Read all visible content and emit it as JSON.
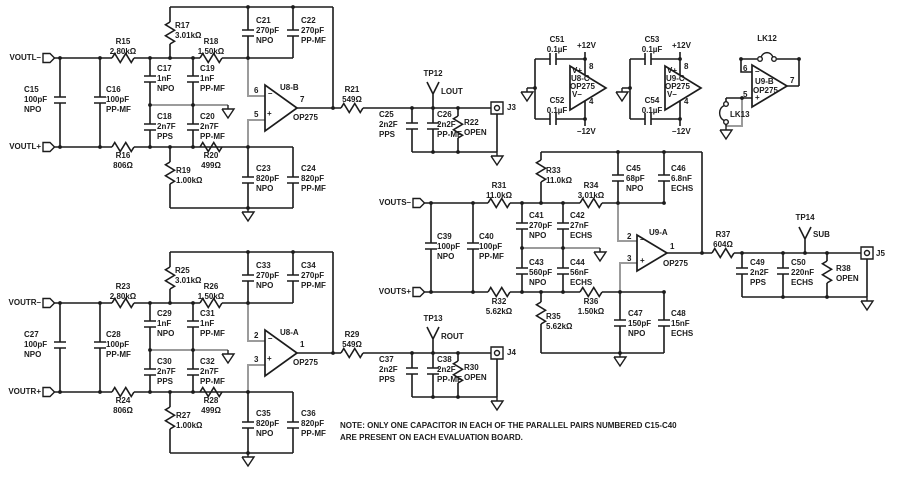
{
  "colors": {
    "wire": "#1c1c1c",
    "gray_wire": "#9b9b9b",
    "background": "#ffffff"
  },
  "inputs": {
    "voutl_minus": "VOUTL–",
    "voutl_plus": "VOUTL+",
    "voutr_minus": "VOUTR–",
    "voutr_plus": "VOUTR+",
    "vouts_minus": "VOUTS–",
    "vouts_plus": "VOUTS+"
  },
  "caps": {
    "c15": "C15\n100pF\nNPO",
    "c16": "C16\n100pF\nPP-MF",
    "c17": "C17\n1nF\nNPO",
    "c18": "C18\n2n7F\nPPS",
    "c19": "C19\n1nF\nPP-MF",
    "c20": "C20\n2n7F\nPP-MF",
    "c21": "C21\n270pF\nNPO",
    "c22": "C22\n270pF\nPP-MF",
    "c23": "C23\n820pF\nNPO",
    "c24": "C24\n820pF\nPP-MF",
    "c25": "C25\n2n2F\nPPS",
    "c26": "C26\n2n2F\nPP-MF",
    "c27": "C27\n100pF\nNPO",
    "c28": "C28\n100pF\nPP-MF",
    "c29": "C29\n1nF\nNPO",
    "c30": "C30\n2n7F\nPPS",
    "c31": "C31\n1nF\nPP-MF",
    "c32": "C32\n2n7F\nPP-MF",
    "c33": "C33\n270pF\nNPO",
    "c34": "C34\n270pF\nPP-MF",
    "c35": "C35\n820pF\nNPO",
    "c36": "C36\n820pF\nPP-MF",
    "c37": "C37\n2n2F\nPPS",
    "c38": "C38\n2n2F\nPP-MF",
    "c39": "C39\n100pF\nNPO",
    "c40": "C40\n100pF\nPP-MF",
    "c41": "C41\n270pF\nNPO",
    "c42": "C42\n27nF\nECHS",
    "c43": "C43\n560pF\nNPO",
    "c44": "C44\n56nF\nECHS",
    "c45": "C45\n68pF\nNPO",
    "c46": "C46\n6.8nF\nECHS",
    "c47": "C47\n150pF\nNPO",
    "c48": "C48\n15nF\nECHS",
    "c49": "C49\n2n2F\nPPS",
    "c50": "C50\n220nF\nECHS",
    "c51": "C51\n0.1µF",
    "c52": "C52\n0.1µF",
    "c53": "C53\n0.1µF",
    "c54": "C54\n0.1µF"
  },
  "res": {
    "r15": "R15\n2.80kΩ",
    "r16": "R16\n806Ω",
    "r17": "R17\n3.01kΩ",
    "r18": "R18\n1.50kΩ",
    "r19": "R19\n1.00kΩ",
    "r20": "R20\n499Ω",
    "r21": "R21\n549Ω",
    "r22": "R22\nOPEN",
    "r23": "R23\n2.80kΩ",
    "r24": "R24\n806Ω",
    "r25": "R25\n3.01kΩ",
    "r26": "R26\n1.50kΩ",
    "r27": "R27\n1.00kΩ",
    "r28": "R28\n499Ω",
    "r29": "R29\n549Ω",
    "r30": "R30\nOPEN",
    "r31": "R31\n11.0kΩ",
    "r32": "R32\n5.62kΩ",
    "r33": "R33\n11.0kΩ",
    "r34": "R34\n3.01kΩ",
    "r35": "R35\n5.62kΩ",
    "r36": "R36\n1.50kΩ",
    "r37": "R37\n604Ω",
    "r38": "R38\nOPEN"
  },
  "opamps": {
    "u8a": {
      "name": "U8-A",
      "part": "OP275",
      "pin_inv": "2",
      "pin_non": "3",
      "pin_out": "1"
    },
    "u8b": {
      "name": "U8-B",
      "part": "OP275",
      "pin_inv": "6",
      "pin_non": "5",
      "pin_out": "7"
    },
    "u9a": {
      "name": "U9-A",
      "part": "OP275",
      "pin_inv": "2",
      "pin_non": "3",
      "pin_out": "1"
    },
    "u9b": {
      "name": "U9-B",
      "part": "OP275",
      "pin_inv": "6",
      "pin_non": "5",
      "pin_out": "7"
    },
    "u8c": {
      "name": "U8-C",
      "part": "OP275",
      "vplus": "V+",
      "vminus": "V–",
      "pin_vplus": "8",
      "pin_vminus": "4"
    },
    "u9c": {
      "name": "U9-C",
      "part": "OP275",
      "vplus": "V+",
      "vminus": "V–",
      "pin_vplus": "8",
      "pin_vminus": "4"
    }
  },
  "signs": {
    "plus": "+",
    "minus": "–"
  },
  "supply": {
    "plus": "+12V",
    "minus": "–12V"
  },
  "testpoints": {
    "tp12": "TP12",
    "lout": "LOUT",
    "tp13": "TP13",
    "rout": "ROUT",
    "tp14": "TP14",
    "sub": "SUB"
  },
  "jacks": {
    "j3": "J3",
    "j4": "J4",
    "j5": "J5"
  },
  "jumpers": {
    "lk12": "LK12",
    "lk13": "LK13"
  },
  "note": {
    "line1": "NOTE: ONLY ONE CAPACITOR IN EACH OF THE PARALLEL PAIRS NUMBERED C15-C40",
    "line2": "ARE PRESENT ON EACH EVALUATION BOARD."
  }
}
